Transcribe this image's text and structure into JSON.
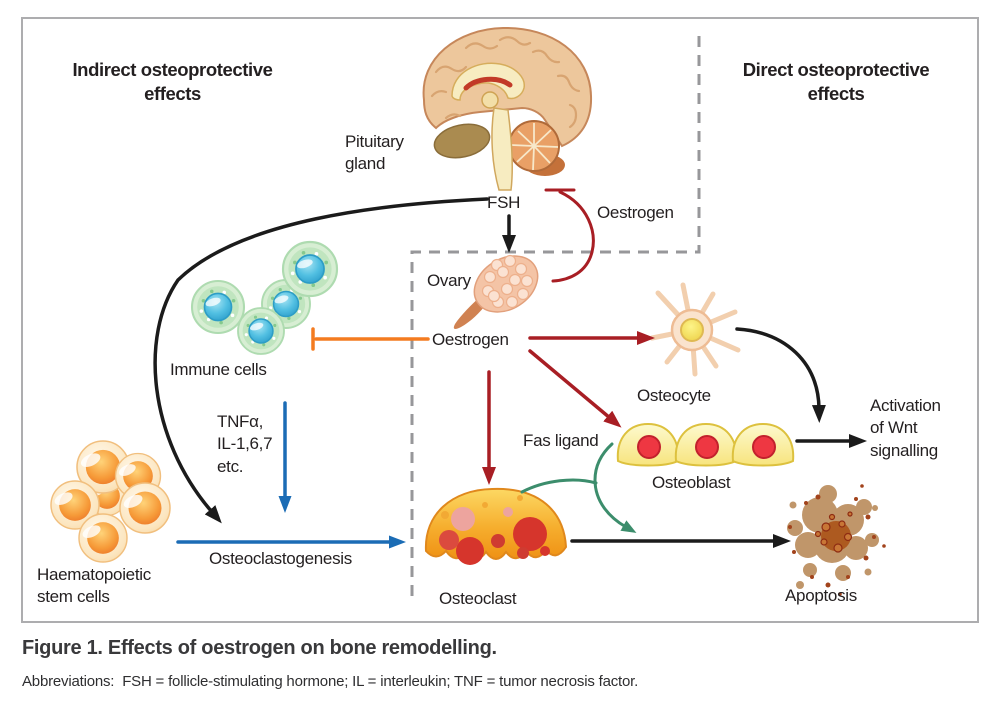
{
  "figure": {
    "regions": {
      "indirect_title": "Indirect osteoprotective\neffects",
      "direct_title": "Direct osteoprotective\neffects"
    },
    "labels": {
      "pituitary_gland": "Pituitary\ngland",
      "fsh": "FSH",
      "oestrogen_feedback": "Oestrogen",
      "ovary": "Ovary",
      "oestrogen": "Oestrogen",
      "immune_cells": "Immune cells",
      "cytokines": "TNFα,\nIL-1,6,7\netc.",
      "osteoclastogenesis": "Osteoclastogenesis",
      "haematopoietic_stem_cells": "Haematopoietic\nstem cells",
      "osteocyte": "Osteocyte",
      "fas_ligand": "Fas ligand",
      "osteoblast": "Osteoblast",
      "wnt_activation": "Activation\nof Wnt\nsignalling",
      "osteoclast": "Osteoclast",
      "apoptosis": "Apoptosis"
    },
    "caption": {
      "title": "Figure 1. Effects of oestrogen on bone remodelling.",
      "abbreviations": "Abbreviations:  FSH = follicle-stimulating hormone; IL = interleukin; TNF = tumor necrosis factor."
    },
    "colors": {
      "text": "#231f20",
      "arrow_black": "#1b1b1b",
      "arrow_red": "#a81e24",
      "arrow_blue": "#1b6cb5",
      "arrow_green": "#3c8d6c",
      "arrow_orange": "#f47b20",
      "dashed_divider": "#97979a",
      "border": "#adadaf"
    },
    "connections": [
      {
        "from": "Pituitary gland",
        "to": "Ovary",
        "via": "FSH",
        "type": "stimulates"
      },
      {
        "from": "Oestrogen",
        "to": "FSH",
        "type": "inhibits"
      },
      {
        "from": "Oestrogen",
        "to": "Immune cells",
        "type": "inhibits"
      },
      {
        "from": "Immune cells",
        "to": "Osteoclastogenesis",
        "via": "TNFα, IL-1,6,7 etc.",
        "type": "stimulates"
      },
      {
        "from": "Haematopoietic stem cells",
        "to": "Osteoclast",
        "via": "Osteoclastogenesis",
        "type": "differentiation"
      },
      {
        "from": "Oestrogen",
        "to": "Osteocyte",
        "type": "stimulates"
      },
      {
        "from": "Oestrogen",
        "to": "Osteoblast",
        "type": "stimulates"
      },
      {
        "from": "Oestrogen",
        "to": "Osteoclast",
        "type": "stimulates"
      },
      {
        "from": "Osteocyte",
        "to": "Activation of Wnt signalling",
        "type": "leads-to"
      },
      {
        "from": "Osteoblast",
        "to": "Activation of Wnt signalling",
        "type": "leads-to"
      },
      {
        "from": "Osteoblast",
        "to": "Osteoclast apoptosis",
        "via": "Fas ligand",
        "type": "induces"
      },
      {
        "from": "Osteoclast",
        "to": "Apoptosis",
        "type": "leads-to"
      }
    ]
  }
}
